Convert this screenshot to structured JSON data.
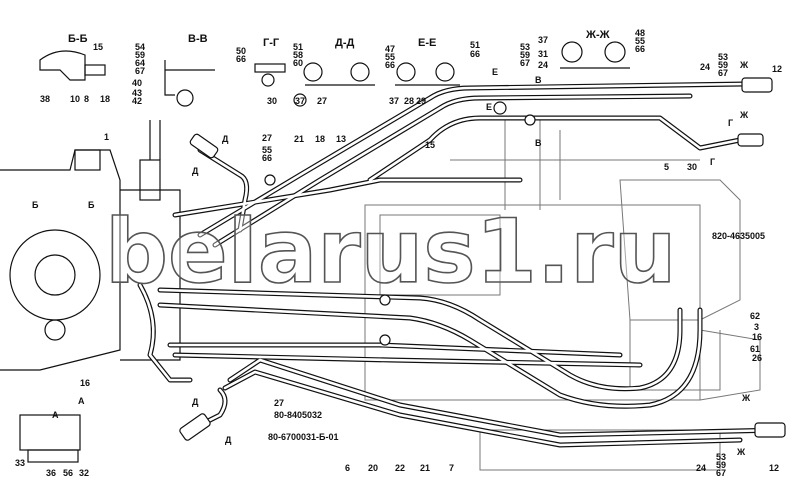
{
  "diagram": {
    "watermark": "belarus1.ru",
    "section_titles": [
      "Б-Б",
      "В-В",
      "Г-Г",
      "Д-Д",
      "Е-Е",
      "Ж-Ж"
    ],
    "callouts": [
      "15",
      "38",
      "10",
      "8",
      "18",
      "54",
      "59",
      "64",
      "67",
      "50",
      "66",
      "40",
      "43",
      "42",
      "51",
      "58",
      "60",
      "30",
      "47",
      "55",
      "66",
      "37",
      "27",
      "51",
      "66",
      "37",
      "28",
      "29",
      "53",
      "59",
      "67",
      "Е",
      "Е",
      "В",
      "В",
      "48",
      "55",
      "66",
      "37",
      "31",
      "24",
      "24",
      "53",
      "59",
      "67",
      "Ж",
      "Ж",
      "12",
      "Г",
      "Г",
      "5",
      "30",
      "1",
      "Б",
      "Б",
      "Д",
      "Д",
      "27",
      "55",
      "66",
      "21",
      "18",
      "13",
      "15",
      "820-4635005",
      "62",
      "3",
      "16",
      "61",
      "26",
      "16",
      "А",
      "А",
      "33",
      "36",
      "56",
      "32",
      "Д",
      "Д",
      "27",
      "80-8405032",
      "80-6700031-Б-01",
      "6",
      "20",
      "22",
      "21",
      "7",
      "24",
      "53",
      "59",
      "67",
      "Ж",
      "Ж",
      "12"
    ],
    "colors": {
      "line": "#111111",
      "frame": "#777777",
      "watermark_stroke": "#555555"
    }
  }
}
